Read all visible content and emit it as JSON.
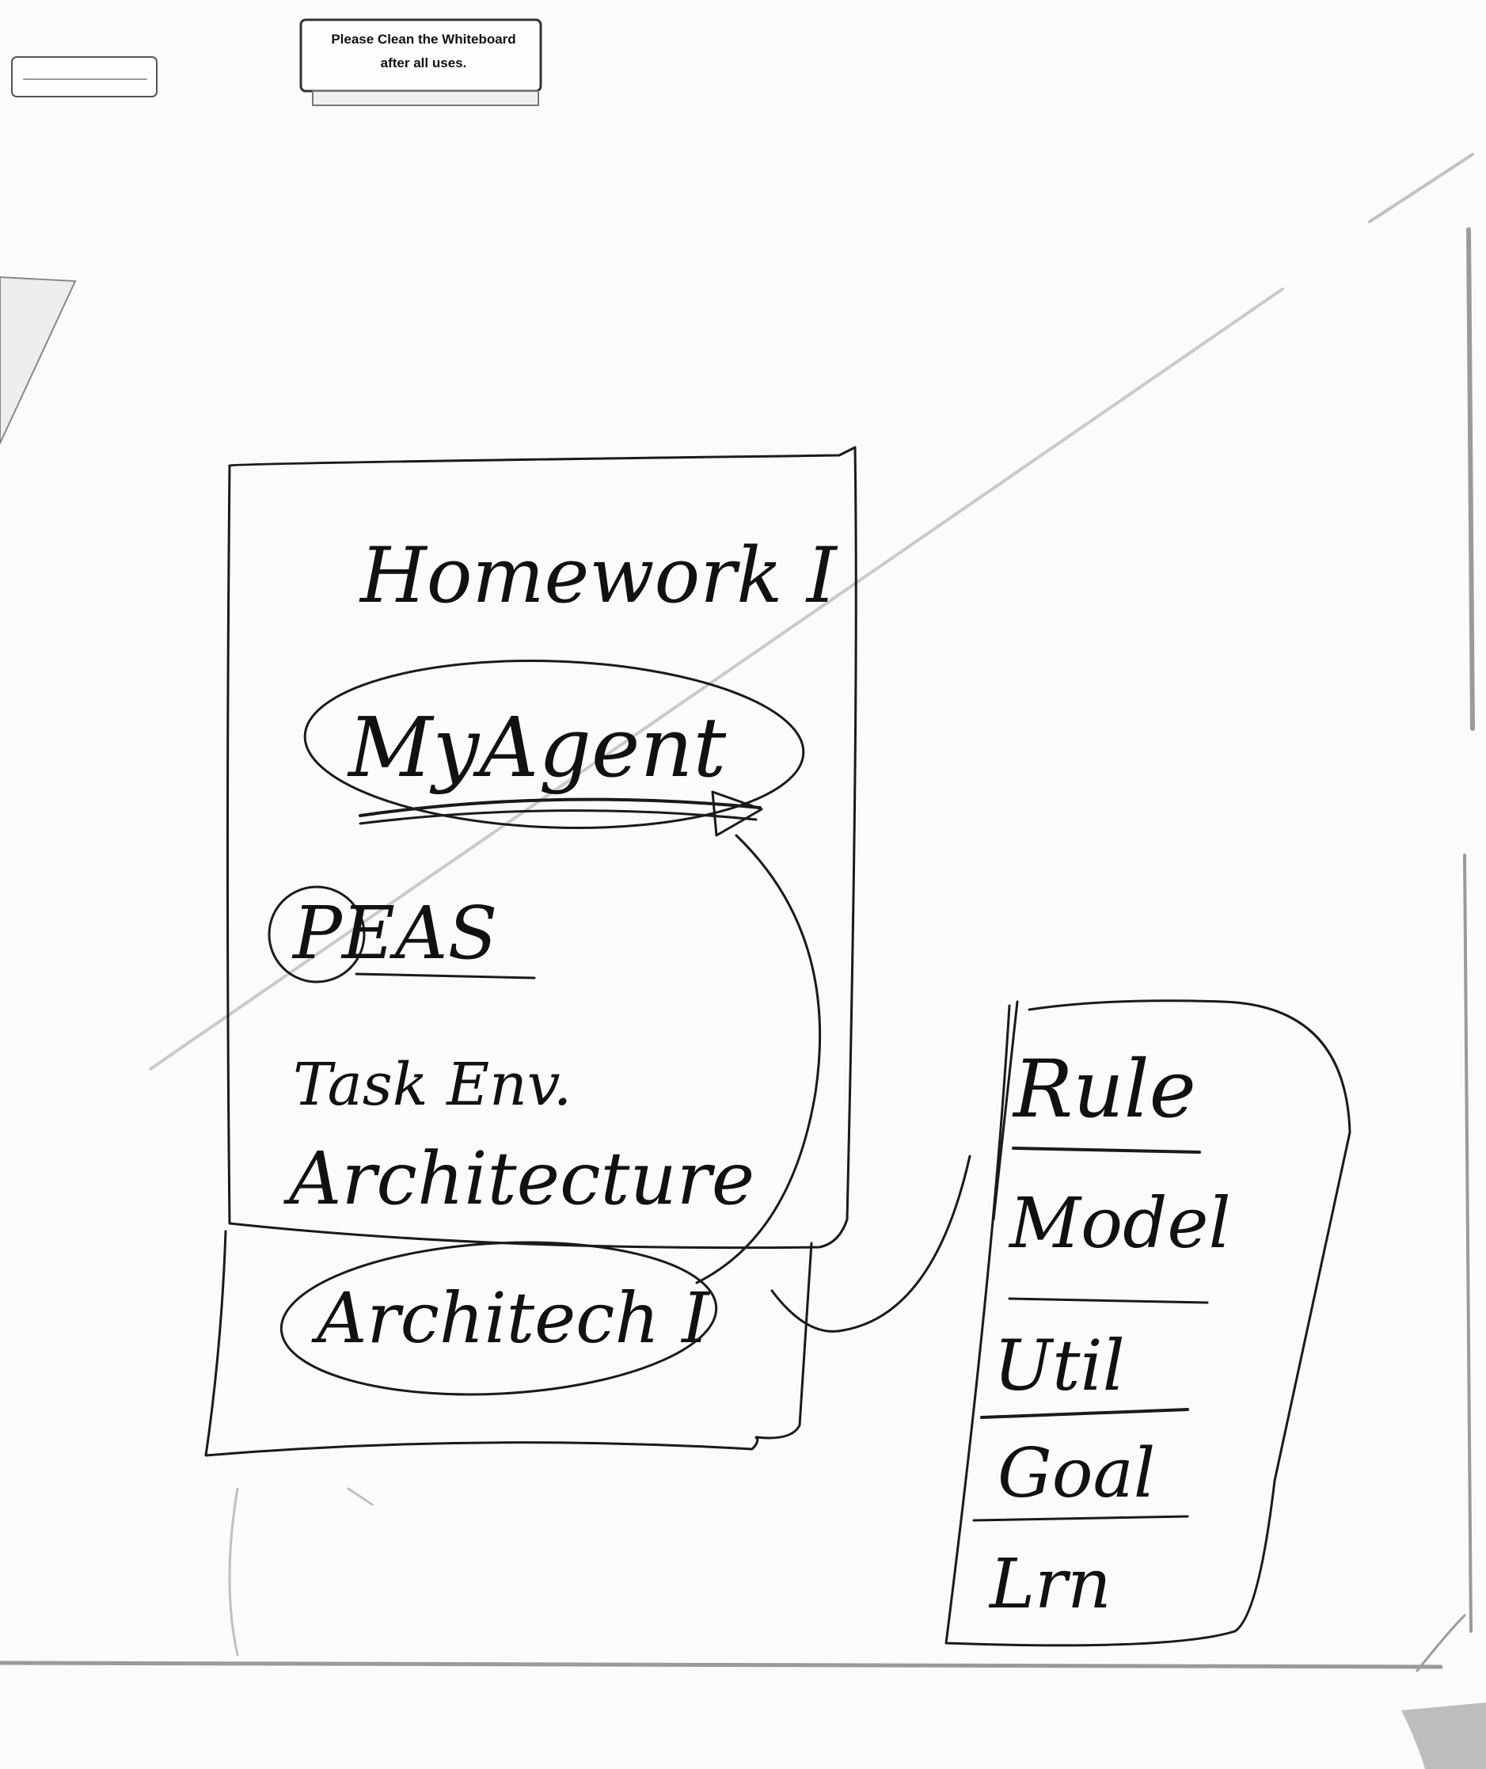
{
  "sign": {
    "line1": "Please Clean the Whiteboard",
    "line2": "after all uses."
  },
  "notes": {
    "title": "Homework I",
    "agent": "MyAgent",
    "peas": "PEAS",
    "task_env": "Task Env.",
    "architecture": "Architecture",
    "architecture_sub": "Architech I"
  },
  "agent_types": [
    "Rule",
    "Model",
    "Util",
    "Goal",
    "Lrn"
  ]
}
